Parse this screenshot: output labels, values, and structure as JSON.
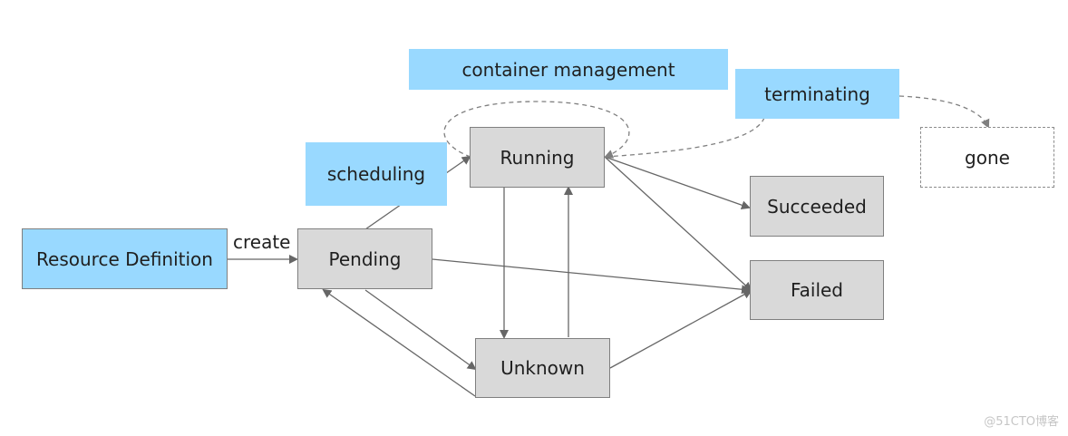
{
  "nodes": {
    "resource_definition": "Resource Definition",
    "pending": "Pending",
    "running": "Running",
    "unknown": "Unknown",
    "succeeded": "Succeeded",
    "failed": "Failed",
    "gone": "gone"
  },
  "labels": {
    "create": "create",
    "scheduling": "scheduling",
    "container_management": "container management",
    "terminating": "terminating"
  },
  "watermark": "@51CTO博客",
  "colors": {
    "state_fill": "#d9d9d9",
    "definition_fill": "#99d9ff",
    "label_fill": "#99d9ff",
    "line": "#666666",
    "dashed_line": "#7f7f7f"
  }
}
